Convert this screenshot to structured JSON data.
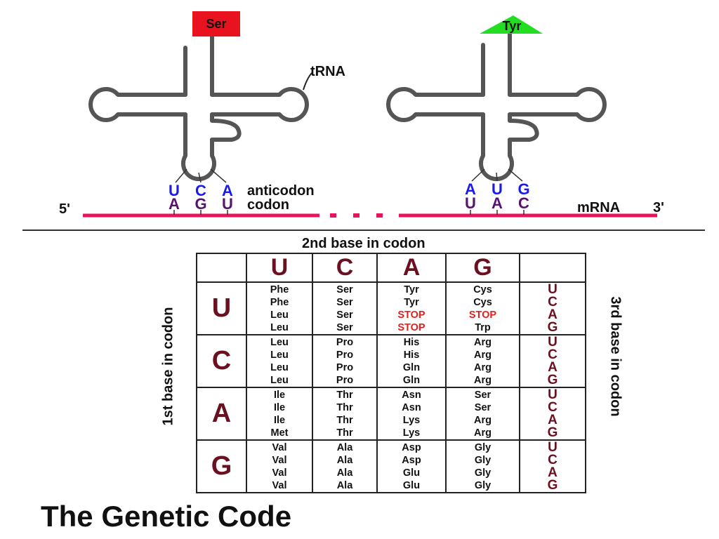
{
  "trna_left": {
    "amino_acid": "Ser",
    "amino_acid_color": "#e8131f",
    "label": "tRNA",
    "anticodon": [
      "U",
      "C",
      "A"
    ],
    "codon": [
      "A",
      "G",
      "U"
    ]
  },
  "trna_right": {
    "amino_acid": "Tyr",
    "amino_acid_color": "#22dd22",
    "anticodon": [
      "A",
      "U",
      "G"
    ],
    "codon": [
      "U",
      "A",
      "C"
    ]
  },
  "mrna": {
    "five_prime": "5'",
    "three_prime": "3'",
    "label": "mRNA",
    "color": "#e8135a"
  },
  "labels": {
    "anticodon": "anticodon",
    "codon": "codon"
  },
  "table": {
    "second_base_label": "2nd base in codon",
    "first_base_label": "1st base in codon",
    "third_base_label": "3rd base in codon",
    "bases": [
      "U",
      "C",
      "A",
      "G"
    ],
    "rows": [
      {
        "base": "U",
        "cells": [
          [
            "Phe",
            "Phe",
            "Leu",
            "Leu"
          ],
          [
            "Ser",
            "Ser",
            "Ser",
            "Ser"
          ],
          [
            "Tyr",
            "Tyr",
            "STOP",
            "STOP"
          ],
          [
            "Cys",
            "Cys",
            "STOP",
            "Trp"
          ]
        ]
      },
      {
        "base": "C",
        "cells": [
          [
            "Leu",
            "Leu",
            "Leu",
            "Leu"
          ],
          [
            "Pro",
            "Pro",
            "Pro",
            "Pro"
          ],
          [
            "His",
            "His",
            "Gln",
            "Gln"
          ],
          [
            "Arg",
            "Arg",
            "Arg",
            "Arg"
          ]
        ]
      },
      {
        "base": "A",
        "cells": [
          [
            "Ile",
            "Ile",
            "Ile",
            "Met"
          ],
          [
            "Thr",
            "Thr",
            "Thr",
            "Thr"
          ],
          [
            "Asn",
            "Asn",
            "Lys",
            "Lys"
          ],
          [
            "Ser",
            "Ser",
            "Arg",
            "Arg"
          ]
        ]
      },
      {
        "base": "G",
        "cells": [
          [
            "Val",
            "Val",
            "Val",
            "Val"
          ],
          [
            "Ala",
            "Ala",
            "Ala",
            "Ala"
          ],
          [
            "Asp",
            "Asp",
            "Glu",
            "Glu"
          ],
          [
            "Gly",
            "Gly",
            "Gly",
            "Gly"
          ]
        ]
      }
    ]
  },
  "title": "The Genetic Code",
  "colors": {
    "base_text": "#6b1020",
    "anticodon_text": "#1a1aee",
    "codon_text": "#5a1070",
    "stop_text": "#e61e1e",
    "trna_stroke": "#555555"
  }
}
